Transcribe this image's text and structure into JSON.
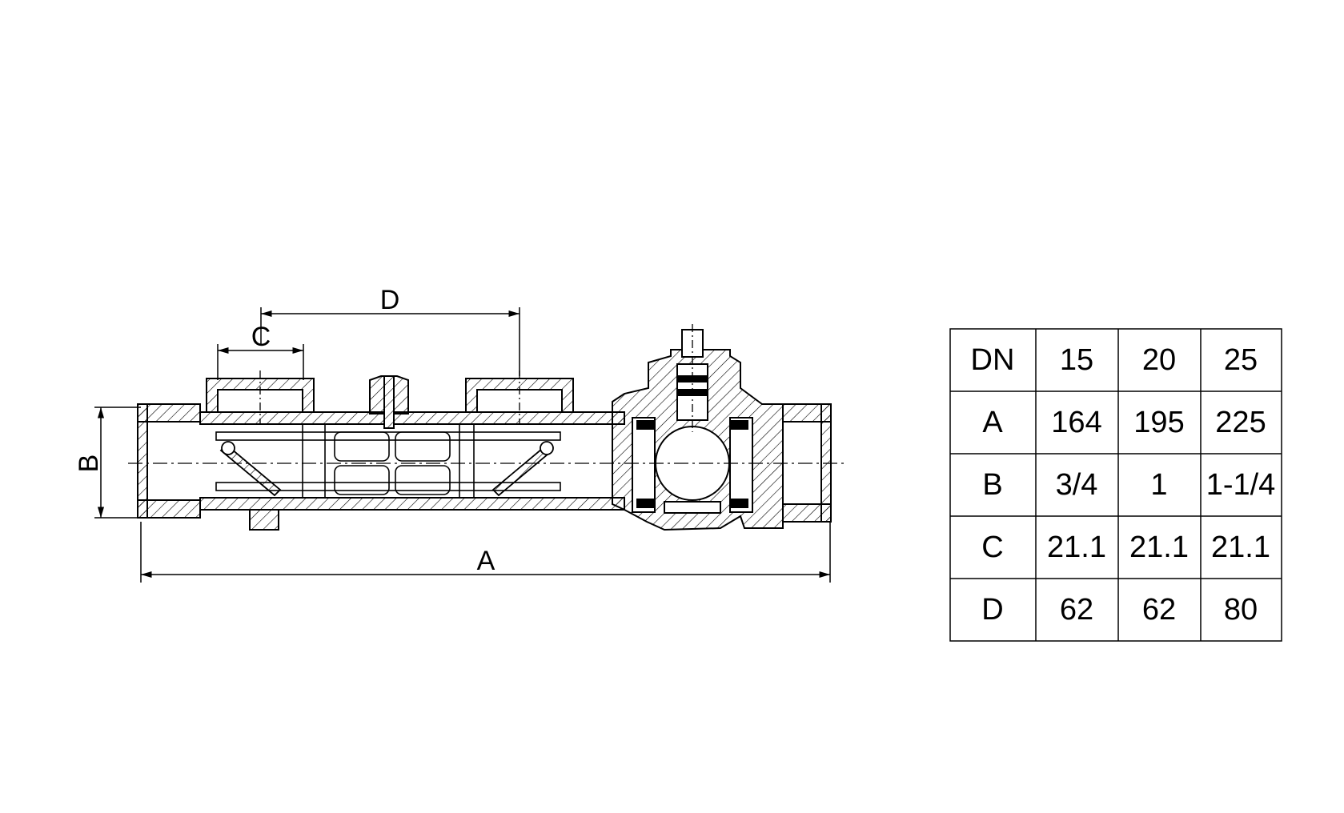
{
  "dimension_labels": {
    "A": "A",
    "B": "B",
    "C": "C",
    "D": "D"
  },
  "size_table": {
    "header": [
      "DN",
      "15",
      "20",
      "25"
    ],
    "rows": [
      [
        "A",
        "164",
        "195",
        "225"
      ],
      [
        "B",
        "3/4",
        "1",
        "1-1/4"
      ],
      [
        "C",
        "21.1",
        "21.1",
        "21.1"
      ],
      [
        "D",
        "62",
        "62",
        "80"
      ]
    ]
  },
  "colors": {
    "line": "#000000",
    "background": "#ffffff"
  }
}
